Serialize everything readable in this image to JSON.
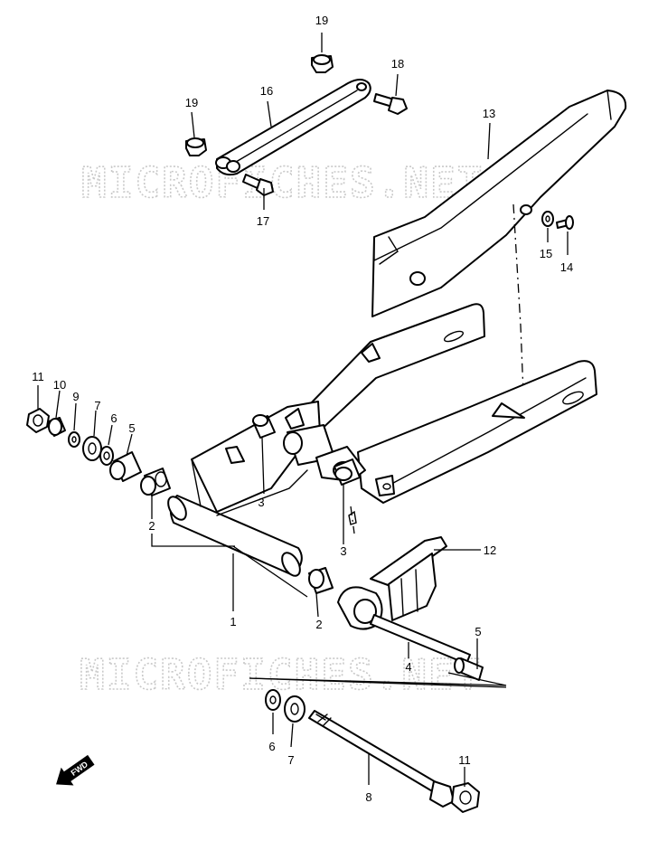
{
  "watermark": "MICROFICHES.NET",
  "fwd_label": "FWD",
  "callouts": {
    "n1": "1",
    "n2a": "2",
    "n2b": "2",
    "n3a": "3",
    "n3b": "3",
    "n4": "4",
    "n5a": "5",
    "n5b": "5",
    "n6a": "6",
    "n6b": "6",
    "n7a": "7",
    "n7b": "7",
    "n8": "8",
    "n9": "9",
    "n10": "10",
    "n11a": "11",
    "n11b": "11",
    "n12": "12",
    "n13": "13",
    "n14": "14",
    "n15": "15",
    "n16": "16",
    "n17": "17",
    "n18": "18",
    "n19a": "19",
    "n19b": "19"
  }
}
